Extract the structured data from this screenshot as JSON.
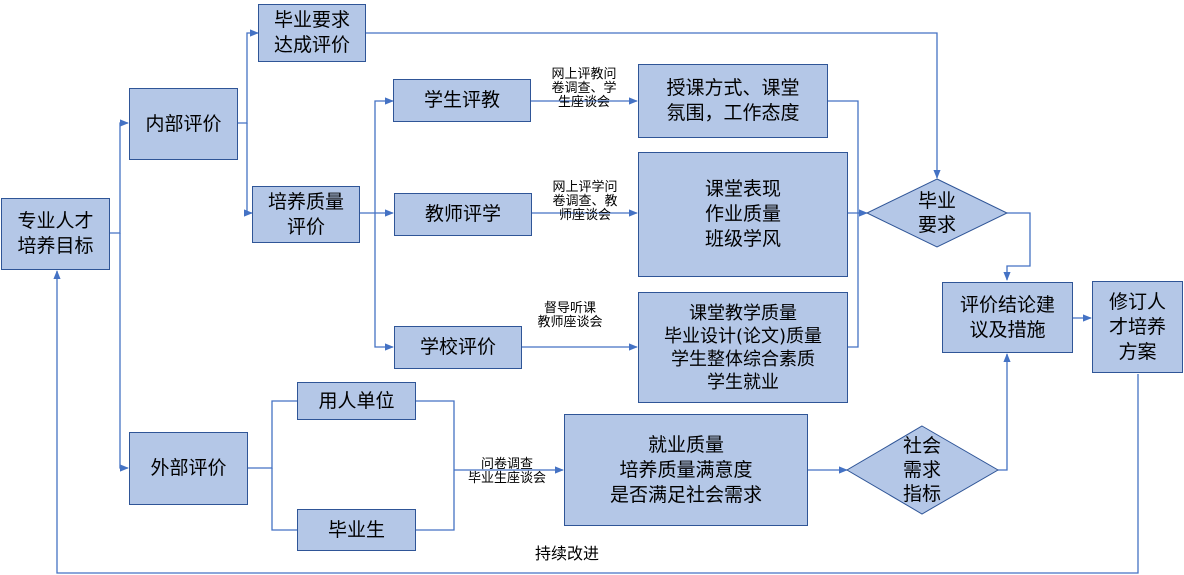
{
  "nodes": {
    "goal": "专业人才\n培养目标",
    "internal": "内部评价",
    "external": "外部评价",
    "grad_req_eval": "毕业要求\n达成评价",
    "training_quality": "培养质量\n评价",
    "student_eval": "学生评教",
    "teacher_eval": "教师评学",
    "school_eval": "学校评价",
    "teaching_result": "授课方式、课堂\n氛围，工作态度",
    "learning_result": "课堂表现\n作业质量\n班级学风",
    "school_result": "课堂教学质量\n毕业设计(论文)质量\n学生整体综合素质\n学生就业",
    "employer": "用人单位",
    "graduate": "毕业生",
    "employment_result": "就业质量\n培养质量满意度\n是否满足社会需求",
    "grad_req_diamond": "毕业\n要求",
    "social_diamond": "社会\n需求\n指标",
    "conclusion": "评价结论建\n议及措施",
    "revise": "修订人\n才培养\n方案"
  },
  "labels": {
    "student_method": "网上评教问\n卷调查、学\n生座谈会",
    "teacher_method": "网上评学问\n卷调查、教\n师座谈会",
    "school_method": "督导听课\n教师座谈会",
    "external_method": "问卷调查\n毕业生座谈会"
  },
  "footer": "持续改进",
  "colors": {
    "box_fill": "#b4c7e7",
    "box_border": "#2f5597",
    "line": "#4472c4"
  }
}
